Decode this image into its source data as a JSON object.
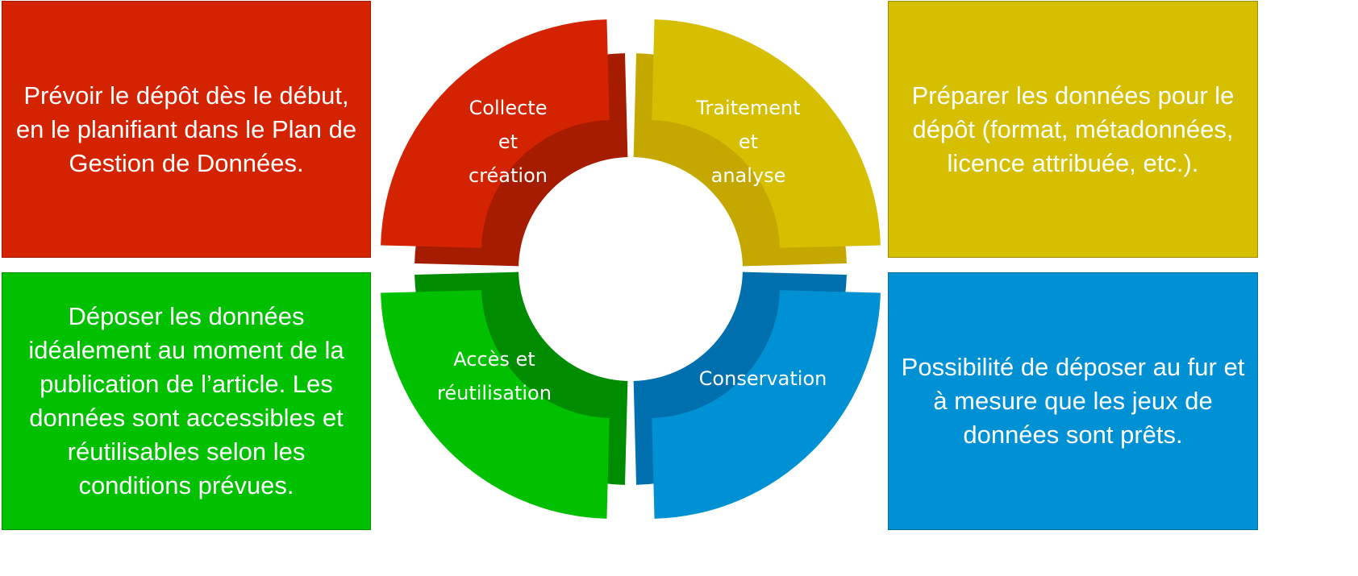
{
  "boxes": {
    "top_left": "Prévoir le dépôt dès le début, en le planifiant dans le Plan de Gestion de Données.",
    "top_right": "Préparer les données pour le dépôt (format, métadonnées, licence attribuée, etc.).",
    "bottom_left": "Déposer les données idéalement au moment de la publication de l’article. Les données sont accessibles et réutilisables selon les conditions prévues.",
    "bottom_right": "Possibilité de déposer au fur et à mesure que les jeux de données sont prêts."
  },
  "cycle": [
    {
      "line1": "Collecte",
      "line2": "et",
      "line3": "création",
      "color": "#D42300",
      "dark": "#A51C00"
    },
    {
      "line1": "Traitement",
      "line2": "et",
      "line3": "analyse",
      "color": "#D6BE00",
      "dark": "#C4A800"
    },
    {
      "line1": "Conservation",
      "color": "#0091D5",
      "dark": "#006FAE"
    },
    {
      "line1": "Accès et",
      "line2": "réutilisation",
      "color": "#00C000",
      "dark": "#008C00"
    }
  ]
}
